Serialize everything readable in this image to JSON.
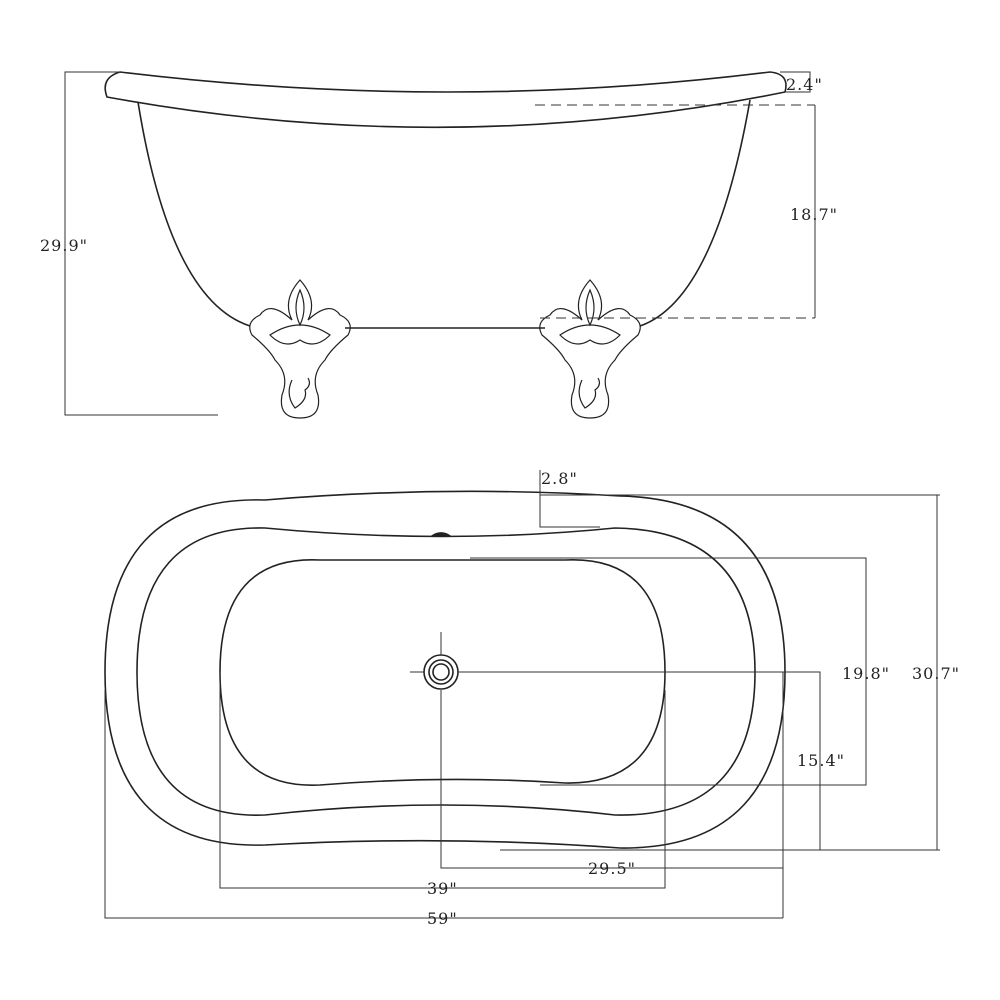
{
  "side_view": {
    "rim_height": "2.4\"",
    "interior_depth": "18.7\"",
    "overall_height": "29.9\""
  },
  "top_view": {
    "rim_width": "2.8\"",
    "overall_width": "30.7\"",
    "interior_width": "19.8\"",
    "drain_to_side": "15.4\"",
    "drain_to_end": "29.5\"",
    "interior_length": "39\"",
    "overall_length": "59\""
  },
  "colors": {
    "line": "#222222",
    "background": "#ffffff"
  }
}
